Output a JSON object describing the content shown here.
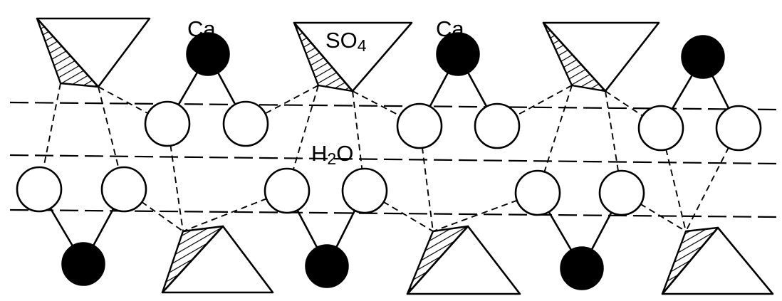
{
  "labels": {
    "ca_left": "Ca",
    "ca_right": "Ca",
    "sulfate": {
      "main": "SO",
      "sub": "4"
    },
    "water": {
      "pre": "H",
      "sub": "2",
      "post": "O"
    }
  },
  "colors": {
    "stroke": "#000000",
    "calcium_fill": "#000000",
    "water_fill": "#ffffff",
    "background": "#ffffff"
  },
  "legend_items": [
    {
      "symbol": "filled-circle",
      "meaning": "Ca"
    },
    {
      "symbol": "triangle",
      "meaning": "SO4"
    },
    {
      "symbol": "open-circle",
      "meaning": "H2O"
    }
  ]
}
